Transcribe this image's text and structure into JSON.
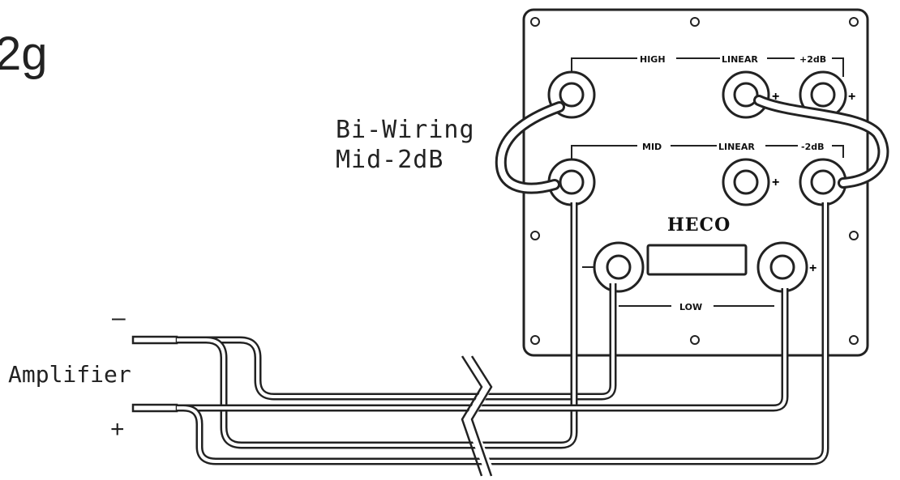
{
  "figure": {
    "label": "2g",
    "caption_line1": "Bi-Wiring",
    "caption_line2": "Mid-2dB"
  },
  "amplifier": {
    "label": "Amplifier",
    "minus": "–",
    "plus": "+"
  },
  "terminal_plate": {
    "brand": "HECO",
    "row_high": {
      "high": "HIGH",
      "linear": "LINEAR",
      "boost": "+2dB"
    },
    "row_mid": {
      "mid": "MID",
      "linear": "LINEAR",
      "cut": "-2dB"
    },
    "low_label": "LOW",
    "plus_mark": "+"
  }
}
